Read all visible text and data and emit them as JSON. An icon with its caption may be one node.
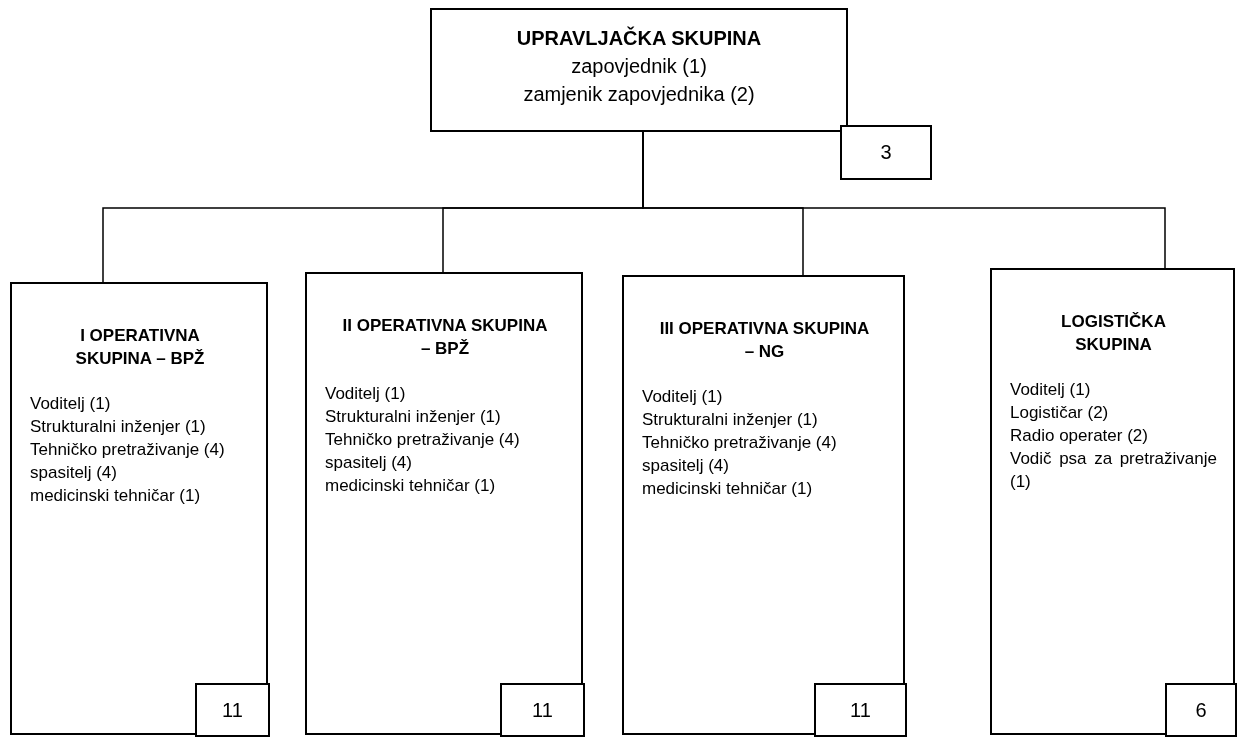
{
  "diagram": {
    "nodes": [
      {
        "text": [
          "UPRAVLJAČKA SKUPINA",
          "zapovjednik (1)",
          "zamjenik zapovjednika (2)"
        ]
      },
      {
        "text": [
          "3"
        ]
      },
      {
        "text": [
          "I OPERATIVNA SKUPINA – BPŽ",
          "Voditelj (1)",
          "Strukturalni inženjer (1)",
          "Tehničko pretraživanje (4)",
          "spasitelj (4)",
          "medicinski tehničar (1)"
        ]
      },
      {
        "text": [
          "11"
        ],
        "in": 2
      },
      {
        "text": [
          "II OPERATIVNA SKUPINA – BPŽ",
          "Voditelj (1)",
          "Strukturalni inženjer (1)",
          "Tehničko pretraživanje (4)",
          "spasitelj (4)",
          "medicinski tehničar (1)"
        ]
      },
      {
        "text": [
          "11"
        ],
        "in": 4
      },
      {
        "text": [
          "III OPERATIVNA SKUPINA – NG",
          "Voditelj (1)",
          "Strukturalni inženjer (1)",
          "Tehničko pretraživanje (4)",
          "spasitelj (4)",
          "medicinski tehničar (1)"
        ]
      },
      {
        "text": [
          "11"
        ],
        "in": 6
      },
      {
        "text": [
          "LOGISTIČKA SKUPINA",
          "Voditelj (1)",
          "Logističar (2)",
          "Radio operater (2)",
          "Vodič psa za pretraživanje (1)"
        ]
      },
      {
        "text": [
          "6"
        ],
        "in": 8
      }
    ],
    "edges": [
      {
        "from": 0,
        "to": 2,
        "arrow": "none"
      },
      {
        "from": 0,
        "to": 4,
        "arrow": "none"
      },
      {
        "from": 0,
        "to": 6,
        "arrow": "none"
      },
      {
        "from": 0,
        "to": 8,
        "arrow": "none"
      }
    ]
  }
}
